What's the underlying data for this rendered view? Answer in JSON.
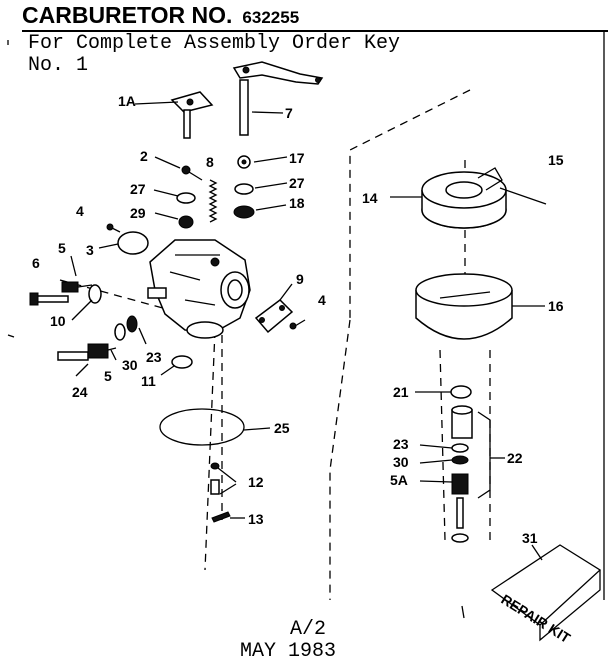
{
  "header": {
    "title": "CARBURETOR NO.",
    "number": "632255",
    "subtitle_line1": "For Complete Assembly Order Key",
    "subtitle_line2": "No. 1"
  },
  "parts": {
    "p1a": "1A",
    "p2": "2",
    "p3": "3",
    "p4a": "4",
    "p4b": "4",
    "p5a": "5",
    "p5b": "5",
    "p5c": "5A",
    "p6": "6",
    "p7": "7",
    "p8": "8",
    "p9": "9",
    "p10": "10",
    "p11": "11",
    "p12": "12",
    "p13": "13",
    "p14": "14",
    "p15": "15",
    "p16": "16",
    "p17": "17",
    "p18": "18",
    "p21": "21",
    "p22": "22",
    "p23a": "23",
    "p23b": "23",
    "p24": "24",
    "p25": "25",
    "p27a": "27",
    "p27b": "27",
    "p29": "29",
    "p30a": "30",
    "p30b": "30",
    "p31": "31"
  },
  "kit_label": "REPAIR KIT",
  "footer": {
    "code": "A/2",
    "date": "MAY 1983"
  }
}
